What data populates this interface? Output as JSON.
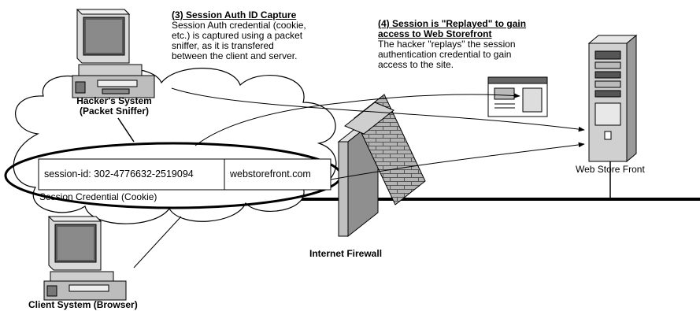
{
  "step3": {
    "title": "(3) Session Auth ID Capture",
    "lines": [
      "Session Auth credential (cookie,",
      "etc.) is captured using a packet",
      "sniffer, as it is transfered",
      "between the client and server."
    ]
  },
  "step4": {
    "title_lines": [
      "(4) Session is \"Replayed\" to gain",
      "access to Web Storefront"
    ],
    "lines": [
      "The hacker \"replays\" the session",
      "authentication credential to gain",
      "access to the site."
    ]
  },
  "hacker": {
    "lines": [
      "Hacker's System",
      "(Packet Sniffer)"
    ]
  },
  "cookie": {
    "session_id": "session-id: 302-4776632-2519094",
    "domain": "webstorefront.com",
    "caption": "Session Credential (Cookie)"
  },
  "firewall": {
    "label": "Internet Firewall"
  },
  "server": {
    "label": "Web Store Front"
  },
  "client": {
    "label": "Client System (Browser)"
  },
  "icons": [
    "hacker-computer-icon",
    "client-computer-icon",
    "server-tower-icon",
    "firewall-brick-wall-icon",
    "webpage-icon",
    "cloud-icon"
  ]
}
